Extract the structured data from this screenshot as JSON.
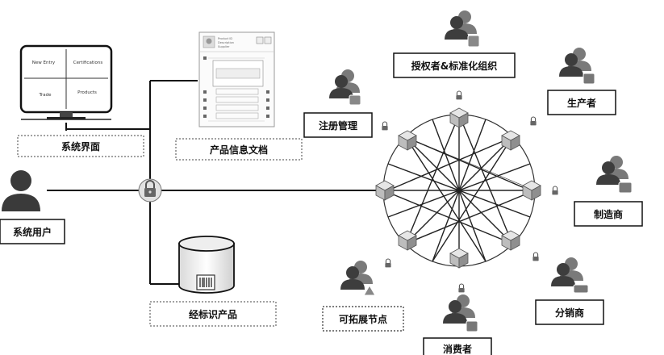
{
  "system_interface": {
    "quadrants": [
      "New Entry",
      "Certifications",
      "Trade",
      "Products"
    ],
    "label": "系统界面"
  },
  "product_document": {
    "label": "产品信息文档",
    "header_lines": [
      "Product ID",
      "Description",
      "Supplier"
    ]
  },
  "system_user": {
    "label": "系统用户"
  },
  "labeled_product": {
    "label": "经标识产品"
  },
  "network": {
    "registration": "注册管理",
    "authority": "授权者&标准化组织",
    "producer": "生产者",
    "manufacturer": "制造商",
    "distributor": "分销商",
    "consumer": "消费者",
    "extensible_node": "可拓展节点"
  }
}
